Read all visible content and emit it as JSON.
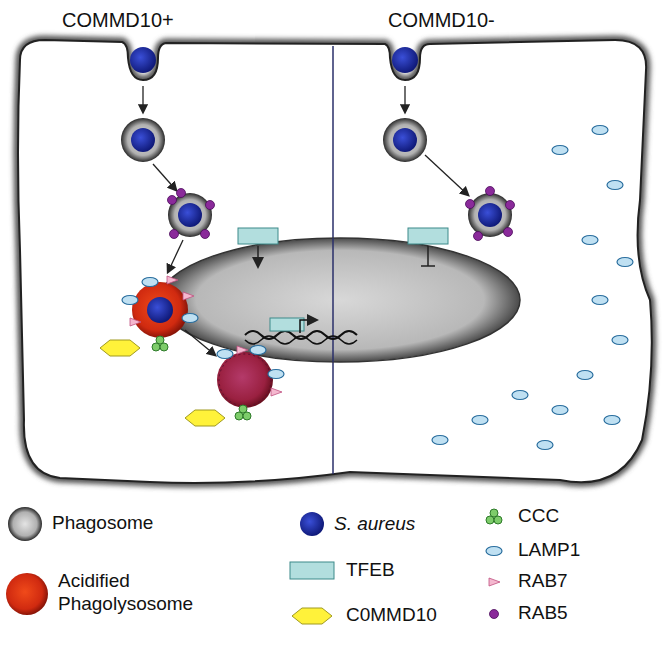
{
  "diagram": {
    "labels": [
      "COMMD10+",
      "COMMD10-"
    ],
    "legend": [
      {
        "text": "Phagosome"
      },
      {
        "text": "Acidified Phagolysosome"
      },
      {
        "text": "S. aureus"
      },
      {
        "text": "TFEB"
      },
      {
        "text": "C0MMD10"
      },
      {
        "text": "CCC"
      },
      {
        "text": "LAMP1"
      },
      {
        "text": "RAB7"
      },
      {
        "text": "RAB5"
      }
    ]
  }
}
